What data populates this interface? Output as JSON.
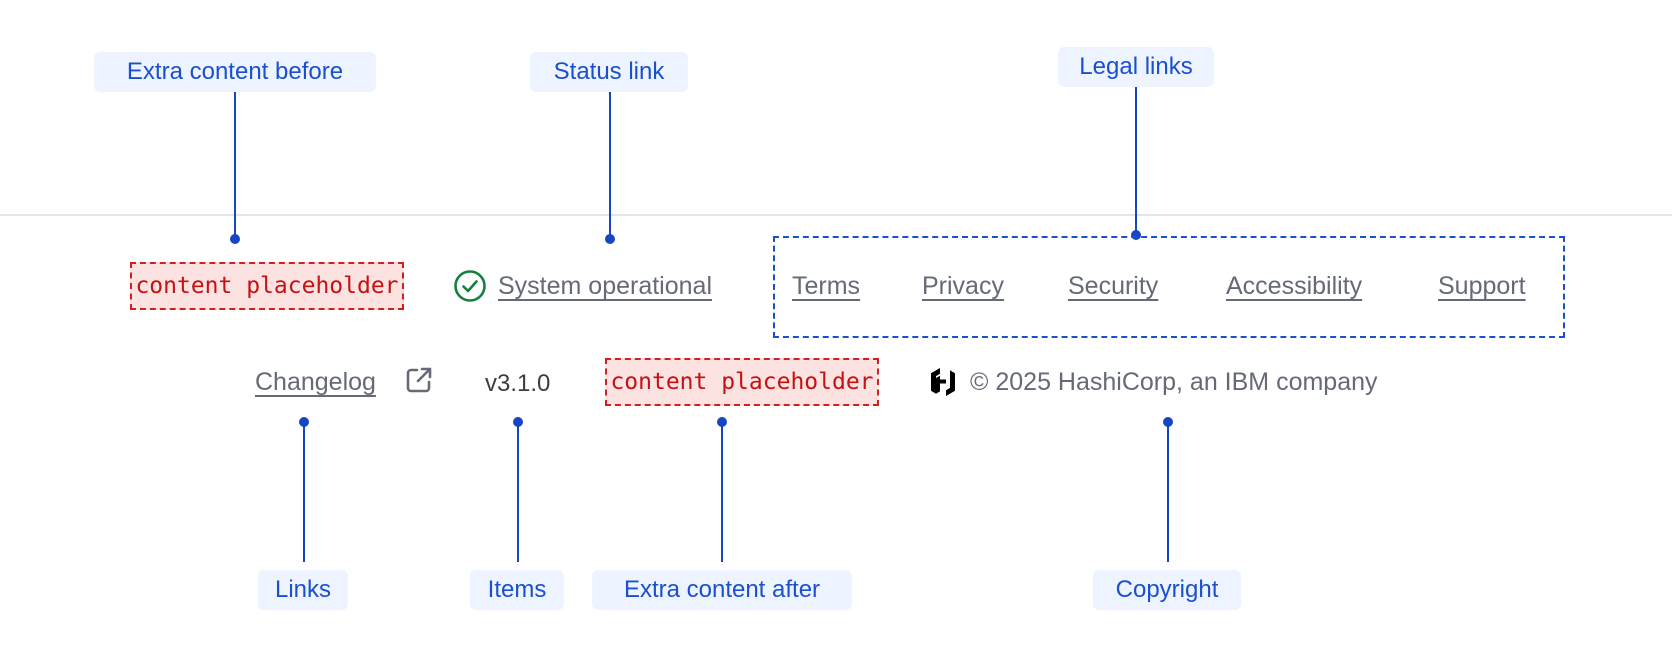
{
  "callouts": {
    "extra_before": "Extra content before",
    "status_link": "Status link",
    "legal_links": "Legal links",
    "links": "Links",
    "items": "Items",
    "extra_after": "Extra content after",
    "copyright": "Copyright"
  },
  "footer": {
    "extra_before_placeholder": "content placeholder",
    "status": {
      "icon": "check-circle-icon",
      "label": "System operational",
      "color": "#15803d"
    },
    "legal_links": [
      "Terms",
      "Privacy",
      "Security",
      "Accessibility",
      "Support"
    ],
    "changelog": {
      "label": "Changelog",
      "icon": "external-link-icon"
    },
    "version": "v3.1.0",
    "extra_after_placeholder": "content placeholder",
    "copyright": {
      "logo": "hashicorp-logo-icon",
      "text": "© 2025 HashiCorp, an IBM company"
    }
  },
  "colors": {
    "annotation_blue": "#1746c4",
    "callout_bg": "#eef4ff",
    "placeholder_bg": "#fde2e2",
    "placeholder_border": "#d21f1f",
    "link_gray": "#656a76"
  }
}
